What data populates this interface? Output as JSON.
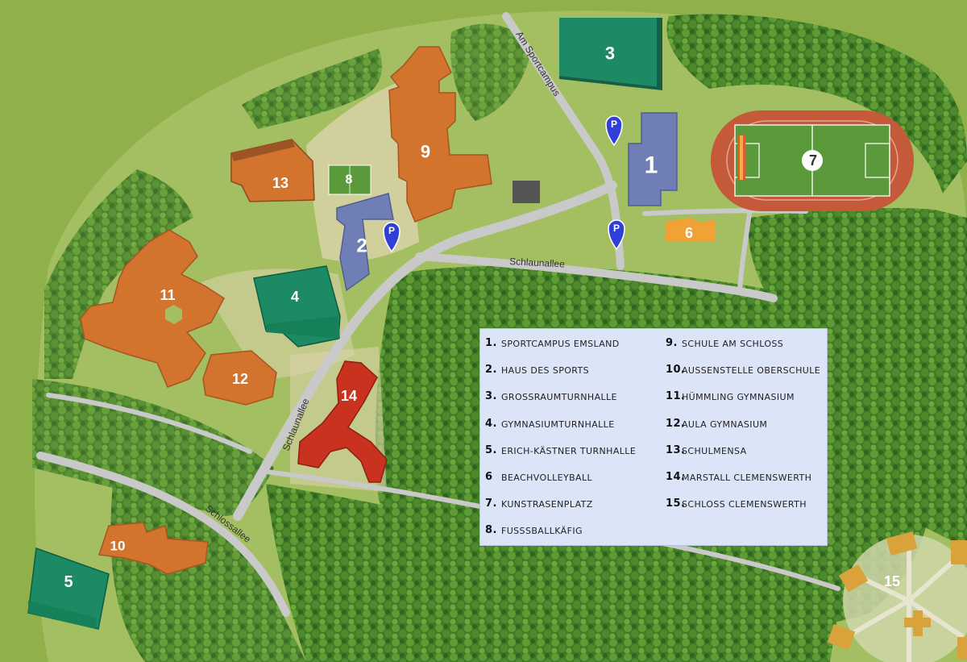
{
  "map": {
    "colors": {
      "background": "#8fb04a",
      "forest": "#3f7a25",
      "orange_building": "#d2732e",
      "blue_building": "#6f7fb6",
      "teal_building": "#1d8a66",
      "red_building": "#c8321f",
      "light_orange_building": "#f0a236",
      "track": "#c55a3a",
      "pitch": "#5a9a3a",
      "path": "#d9d2a8",
      "road": "#c9c9c9",
      "legend_bg": "#dce4f7",
      "parking_marker": "#2f3fd8"
    },
    "markers": {
      "b1": "1",
      "b2": "2",
      "b3": "3",
      "b4": "4",
      "b5": "5",
      "b6": "6",
      "b7": "7",
      "b8": "8",
      "b9": "9",
      "b10": "10",
      "b11": "11",
      "b12": "12",
      "b13": "13",
      "b14": "14",
      "b15": "15"
    },
    "parking_label": "P",
    "roads": {
      "am_sportcampus": "Am Sportcampus",
      "schlaunallee_top": "Schlaunallee",
      "schlaunallee_diag": "Schlaunallee",
      "schlossallee": "Schlossallee"
    }
  },
  "legend": {
    "left": [
      {
        "num": "1.",
        "name": "SPORTCAMPUS EMSLAND"
      },
      {
        "num": "2.",
        "name": "HAUS DES SPORTS"
      },
      {
        "num": "3.",
        "name": "GROSSRAUMTURNHALLE"
      },
      {
        "num": "4.",
        "name": "GYMNASIUMTURNHALLE"
      },
      {
        "num": "5.",
        "name": "ERICH-KÄSTNER TURNHALLE"
      },
      {
        "num": "6",
        "name": "BEACHVOLLEYBALL"
      },
      {
        "num": "7.",
        "name": "KUNSTRASENPLATZ"
      },
      {
        "num": "8.",
        "name": "FUSSSBALLKÄFIG"
      }
    ],
    "right": [
      {
        "num": "9.",
        "name": "SCHULE AM SCHLOSS"
      },
      {
        "num": "10.",
        "name": "AUSSENSTELLE OBERSCHULE"
      },
      {
        "num": "11.",
        "name": "HÜMMLING GYMNASIUM"
      },
      {
        "num": "12.",
        "name": "AULA GYMNASIUM"
      },
      {
        "num": "13.",
        "name": "SCHULMENSA"
      },
      {
        "num": "14.",
        "name": "MARSTALL CLEMENSWERTH"
      },
      {
        "num": "15.",
        "name": "SCHLOSS CLEMENSWERTH"
      }
    ]
  }
}
